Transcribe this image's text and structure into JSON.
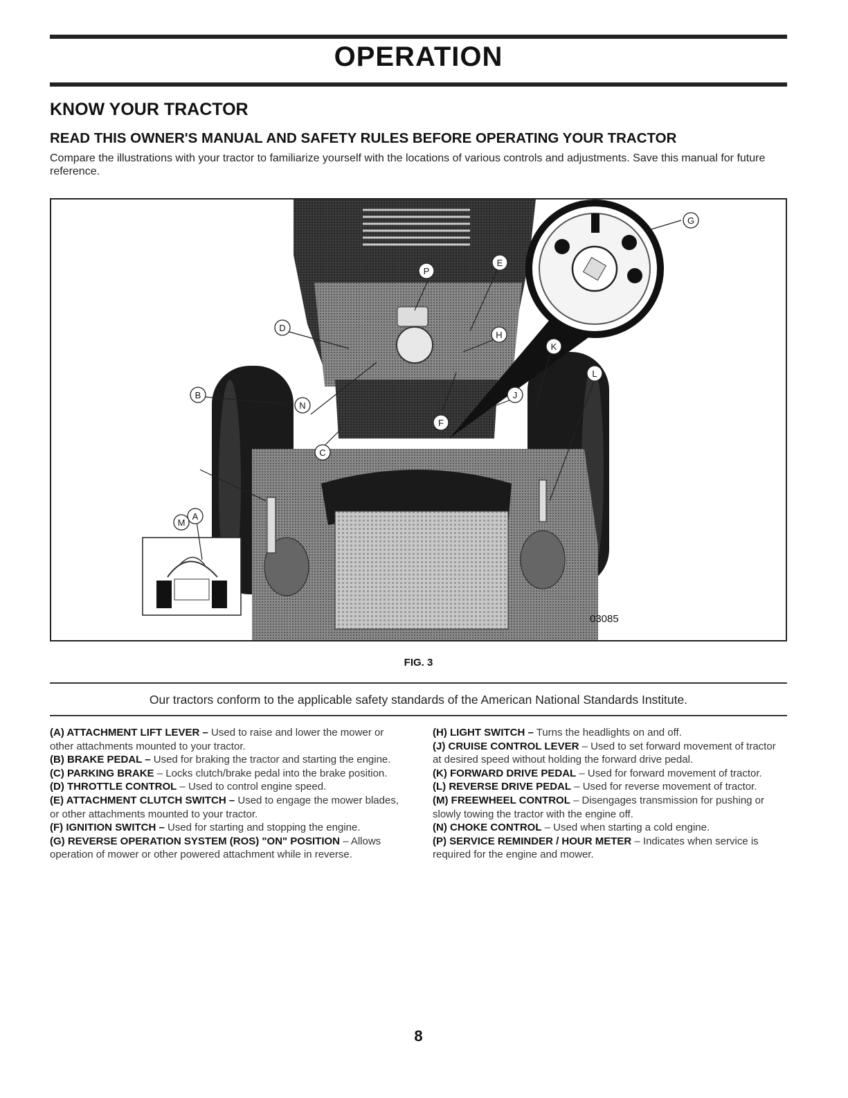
{
  "header": {
    "title": "OPERATION"
  },
  "section": {
    "heading": "KNOW YOUR TRACTOR",
    "subheading": "READ THIS OWNER'S MANUAL AND SAFETY RULES BEFORE OPERATING YOUR TRACTOR",
    "intro": "Compare the illustrations with your tractor to familiarize yourself with the locations of various controls and adjustments. Save this manual for future reference."
  },
  "figure": {
    "callouts": [
      "A",
      "B",
      "C",
      "D",
      "E",
      "F",
      "G",
      "H",
      "J",
      "K",
      "L",
      "M",
      "N",
      "P"
    ],
    "image_code": "03085",
    "caption": "FIG. 3"
  },
  "safety_statement": "Our tractors conform to the applicable safety standards of the American National Standards Institute.",
  "controls": {
    "left": [
      {
        "label": "(A) ATTACHMENT LIFT LEVER –",
        "desc": " Used to raise and lower the mower or other attachments mounted to your tractor."
      },
      {
        "label": "(B) BRAKE PEDAL –",
        "desc": " Used for braking the tractor and starting the engine."
      },
      {
        "label": "(C) PARKING BRAKE",
        "desc": " – Locks clutch/brake pedal into the brake position."
      },
      {
        "label": "(D) THROTTLE CONTROL",
        "desc": " – Used to control engine speed."
      },
      {
        "label": "(E) ATTACHMENT CLUTCH SWITCH –",
        "desc": " Used to engage the mower blades, or other attachments mounted to your tractor."
      },
      {
        "label": "(F) IGNITION SWITCH –",
        "desc": " Used for starting and stopping the engine."
      },
      {
        "label": "(G) REVERSE OPERATION SYSTEM (ROS) \"ON\" POSITION",
        "desc": " – Allows operation of mower or other powered attachment while in reverse."
      }
    ],
    "right": [
      {
        "label": "(H) LIGHT SWITCH –",
        "desc": " Turns the headlights on and off."
      },
      {
        "label": "(J) CRUISE CONTROL LEVER",
        "desc": " – Used to set forward movement of tractor at desired speed without holding the forward drive pedal."
      },
      {
        "label": "(K) FORWARD DRIVE PEDAL",
        "desc": " – Used for forward movement of tractor."
      },
      {
        "label": "(L) REVERSE DRIVE PEDAL",
        "desc": " – Used for reverse movement of tractor."
      },
      {
        "label": "(M) FREEWHEEL CONTROL",
        "desc": " – Disengages transmission for pushing or slowly towing the tractor with the engine off."
      },
      {
        "label": "(N) CHOKE CONTROL",
        "desc": " – Used when starting a cold engine."
      },
      {
        "label": "(P) SERVICE REMINDER / HOUR METER",
        "desc": " – Indicates when service is required for the engine and mower."
      }
    ]
  },
  "footer": {
    "page_number": "8"
  }
}
